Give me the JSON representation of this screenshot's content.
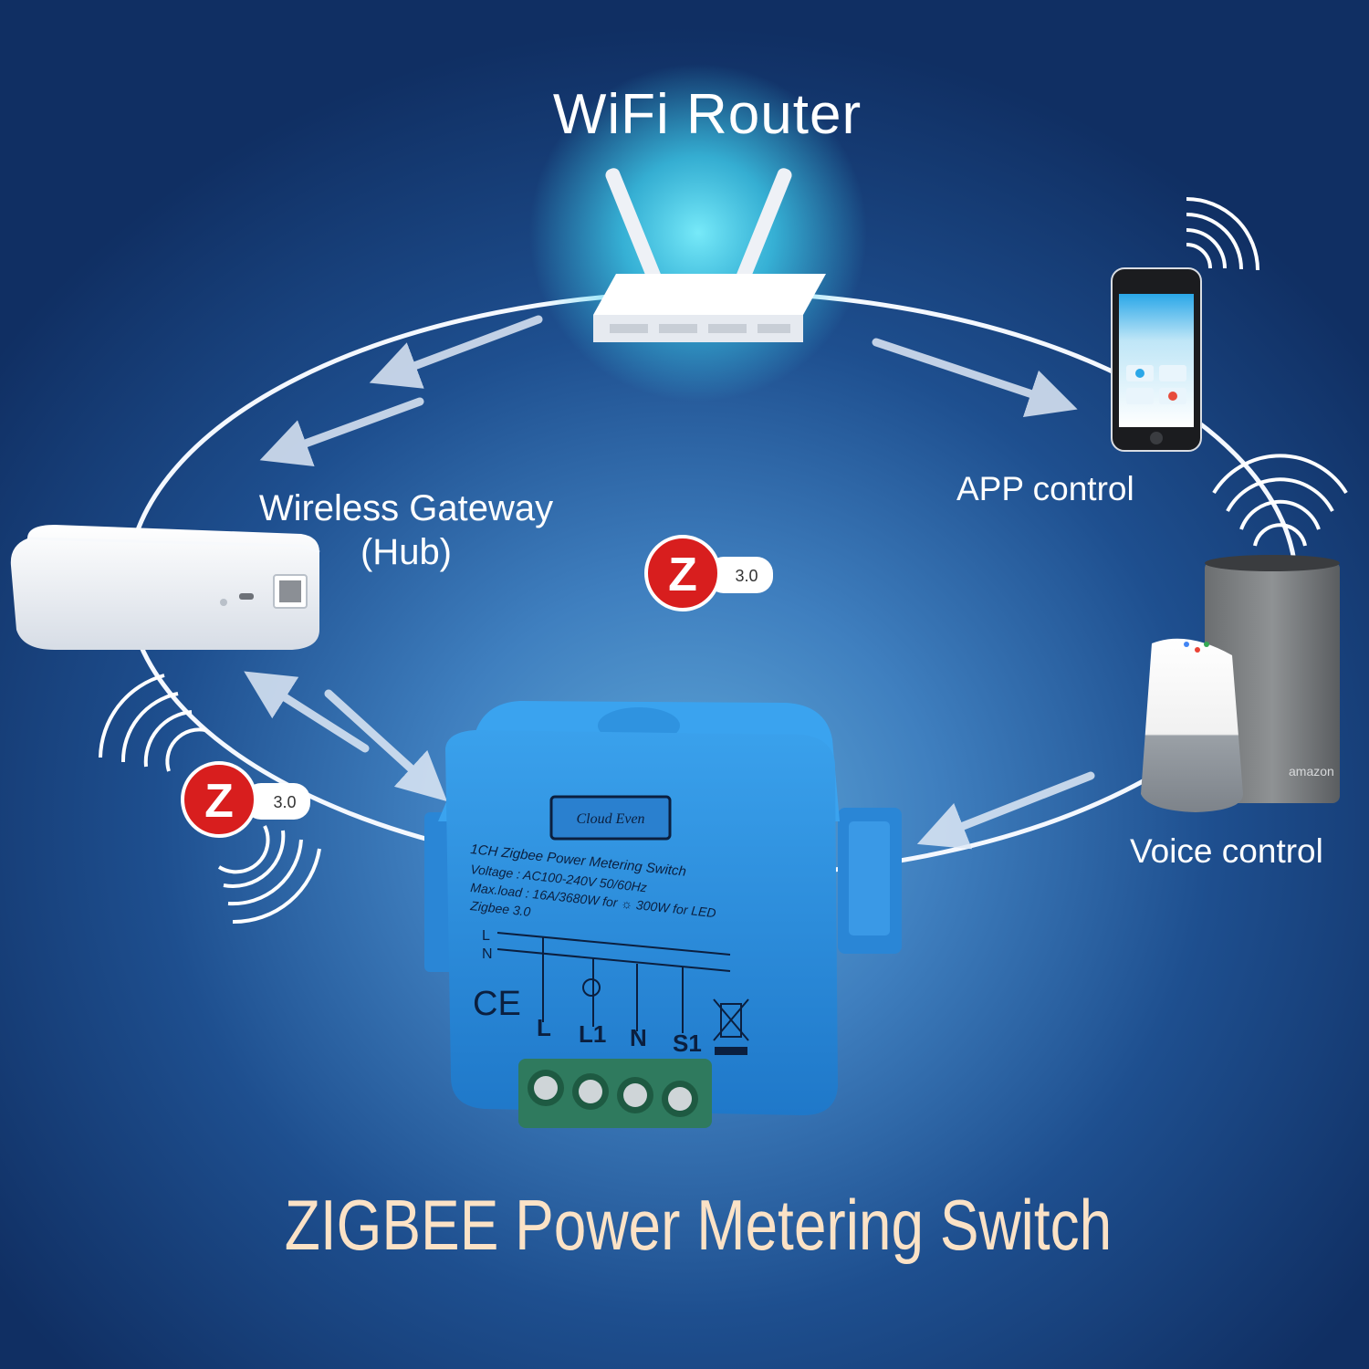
{
  "router": {
    "label": "WiFi Router"
  },
  "gateway": {
    "label_line1": "Wireless Gateway",
    "label_line2": "(Hub)"
  },
  "app": {
    "label": "APP control"
  },
  "voice": {
    "label": "Voice control",
    "speaker_brand": "amazon"
  },
  "zigbee_badge": {
    "letter": "Z",
    "version": "3.0"
  },
  "switch": {
    "brand": "Cloud Even",
    "spec_lines": [
      "1CH Zigbee Power Metering Switch",
      "Voltage : AC100-240V 50/60Hz",
      "Max.load : 16A/3680W for ☼  300W for LED",
      "Zigbee 3.0"
    ],
    "bus_labels": [
      "L",
      "N"
    ],
    "terminals": [
      "L",
      "L1",
      "N",
      "S1"
    ],
    "ce_mark": "CE"
  },
  "title": "ZIGBEE Power Metering Switch",
  "colors": {
    "background_center": "#5fa7d8",
    "background_edge": "#102f63",
    "switch_blue": "#2e8fe0",
    "terminal_green": "#2f7a5e",
    "title_color": "#fbe2c6",
    "zigbee_red": "#d81e1e"
  }
}
